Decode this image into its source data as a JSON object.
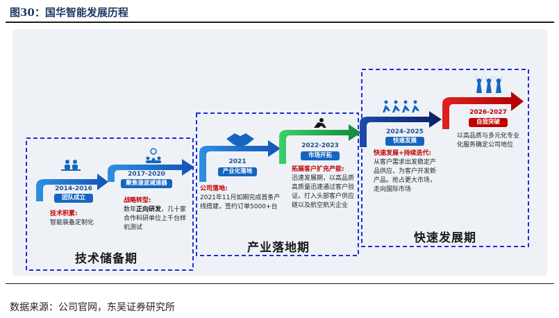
{
  "figure_title": "图30：国华智能发展历程",
  "stages": [
    {
      "label": "技术储备期"
    },
    {
      "label": "产业落地期"
    },
    {
      "label": "快速发展期"
    }
  ],
  "milestones": [
    {
      "year": "2014-2016",
      "tag": "团队成立",
      "heading": "技术积累:",
      "body": "智能装备定制化"
    },
    {
      "year": "2017-2020",
      "tag": "聚焦谐波减速器",
      "heading": "战略转型:",
      "body_pre": "数年",
      "body_bold": "正向研发",
      "body_post": "，几十家合作科研单位上千台样机测试"
    },
    {
      "year": "2021",
      "tag": "产业化落地",
      "heading": "公司落地:",
      "body": "2021年11月如期完成首条产线搭建，签约订单5000+台"
    },
    {
      "year": "2022-2023",
      "tag": "市场开拓",
      "heading": "拓展客户扩充产能:",
      "body": "迅速发展期，以高品质高质量迅速通过客户验证。打入头部客户供应链以及航空航天企业"
    },
    {
      "year": "2024-2025",
      "tag": "快速发展",
      "heading": "快速发展+持续迭代:",
      "body": "从客户需求出发稳定产品供应，为客户开发新产品。抢占更大市场，走向国际市场"
    },
    {
      "year": "2026-2027",
      "tag": "自我突破",
      "heading": "",
      "body": "以高品质与多元化专业化服务确定公司地位"
    }
  ],
  "icons": [
    "team-icon",
    "people-network-icon",
    "handshake-icon",
    "runner-start-icon",
    "running-people-icon",
    "cheering-people-icon"
  ],
  "colors": {
    "blue": "#1565c0",
    "green": "#1faa4b",
    "navy": "#0d2a6b",
    "red": "#c00000",
    "dashed": "#1e2bd6"
  },
  "source": "数据来源：公司官网，东吴证券研究所"
}
